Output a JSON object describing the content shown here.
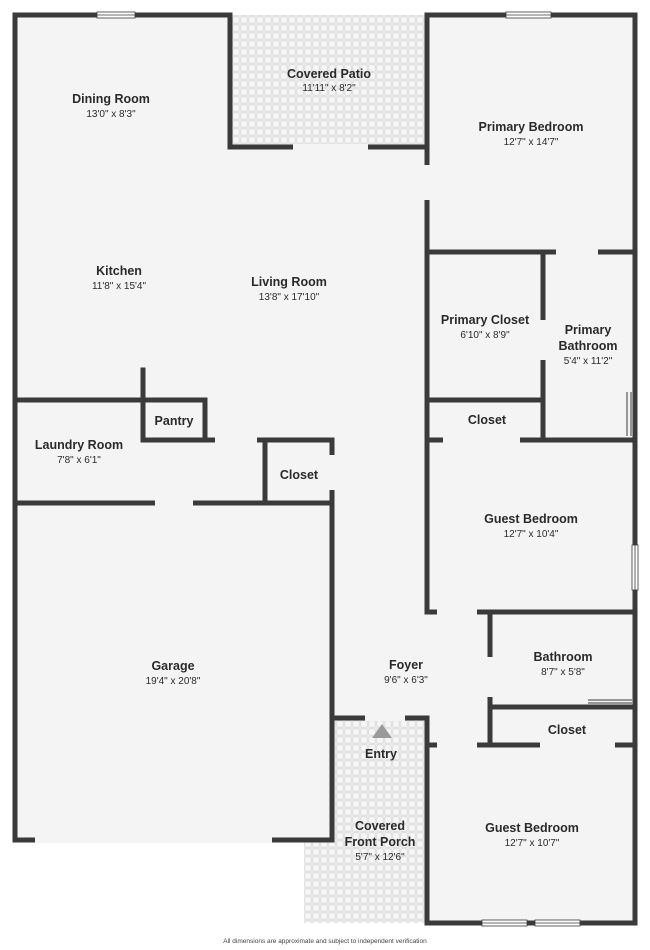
{
  "colors": {
    "wall": "#3a3a3a",
    "floor": "#f4f4f4",
    "tile_bg": "#ececec",
    "tile_line": "#d6d6d6",
    "marker": "#9a9a9a"
  },
  "rooms": {
    "covered_patio": {
      "name": "Covered Patio",
      "dim": "11'11\" x 8'2\""
    },
    "dining_room": {
      "name": "Dining Room",
      "dim": "13'0\" x 8'3\""
    },
    "primary_bedroom": {
      "name": "Primary Bedroom",
      "dim": "12'7\" x 14'7\""
    },
    "kitchen": {
      "name": "Kitchen",
      "dim": "11'8\" x 15'4\""
    },
    "living_room": {
      "name": "Living Room",
      "dim": "13'8\" x 17'10\""
    },
    "primary_closet": {
      "name": "Primary Closet",
      "dim": "6'10\" x 8'9\""
    },
    "primary_bathroom": {
      "name_line1": "Primary",
      "name_line2": "Bathroom",
      "dim": "5'4\" x 11'2\""
    },
    "pantry": {
      "name": "Pantry"
    },
    "closet_primary": {
      "name": "Closet"
    },
    "laundry_room": {
      "name": "Laundry Room",
      "dim": "7'8\" x 6'1\""
    },
    "closet_laundry": {
      "name": "Closet"
    },
    "guest_bedroom_1": {
      "name": "Guest Bedroom",
      "dim": "12'7\" x 10'4\""
    },
    "garage": {
      "name": "Garage",
      "dim": "19'4\" x 20'8\""
    },
    "foyer": {
      "name": "Foyer",
      "dim": "9'6\" x 6'3\""
    },
    "bathroom": {
      "name": "Bathroom",
      "dim": "8'7\" x 5'8\""
    },
    "entry": {
      "name": "Entry"
    },
    "closet_guest": {
      "name": "Closet"
    },
    "covered_front_porch": {
      "name_line1": "Covered",
      "name_line2": "Front Porch",
      "dim": "5'7\" x 12'6\""
    },
    "guest_bedroom_2": {
      "name": "Guest Bedroom",
      "dim": "12'7\" x 10'7\""
    }
  },
  "disclaimer": "All dimensions are approximate and subject to independent verification"
}
